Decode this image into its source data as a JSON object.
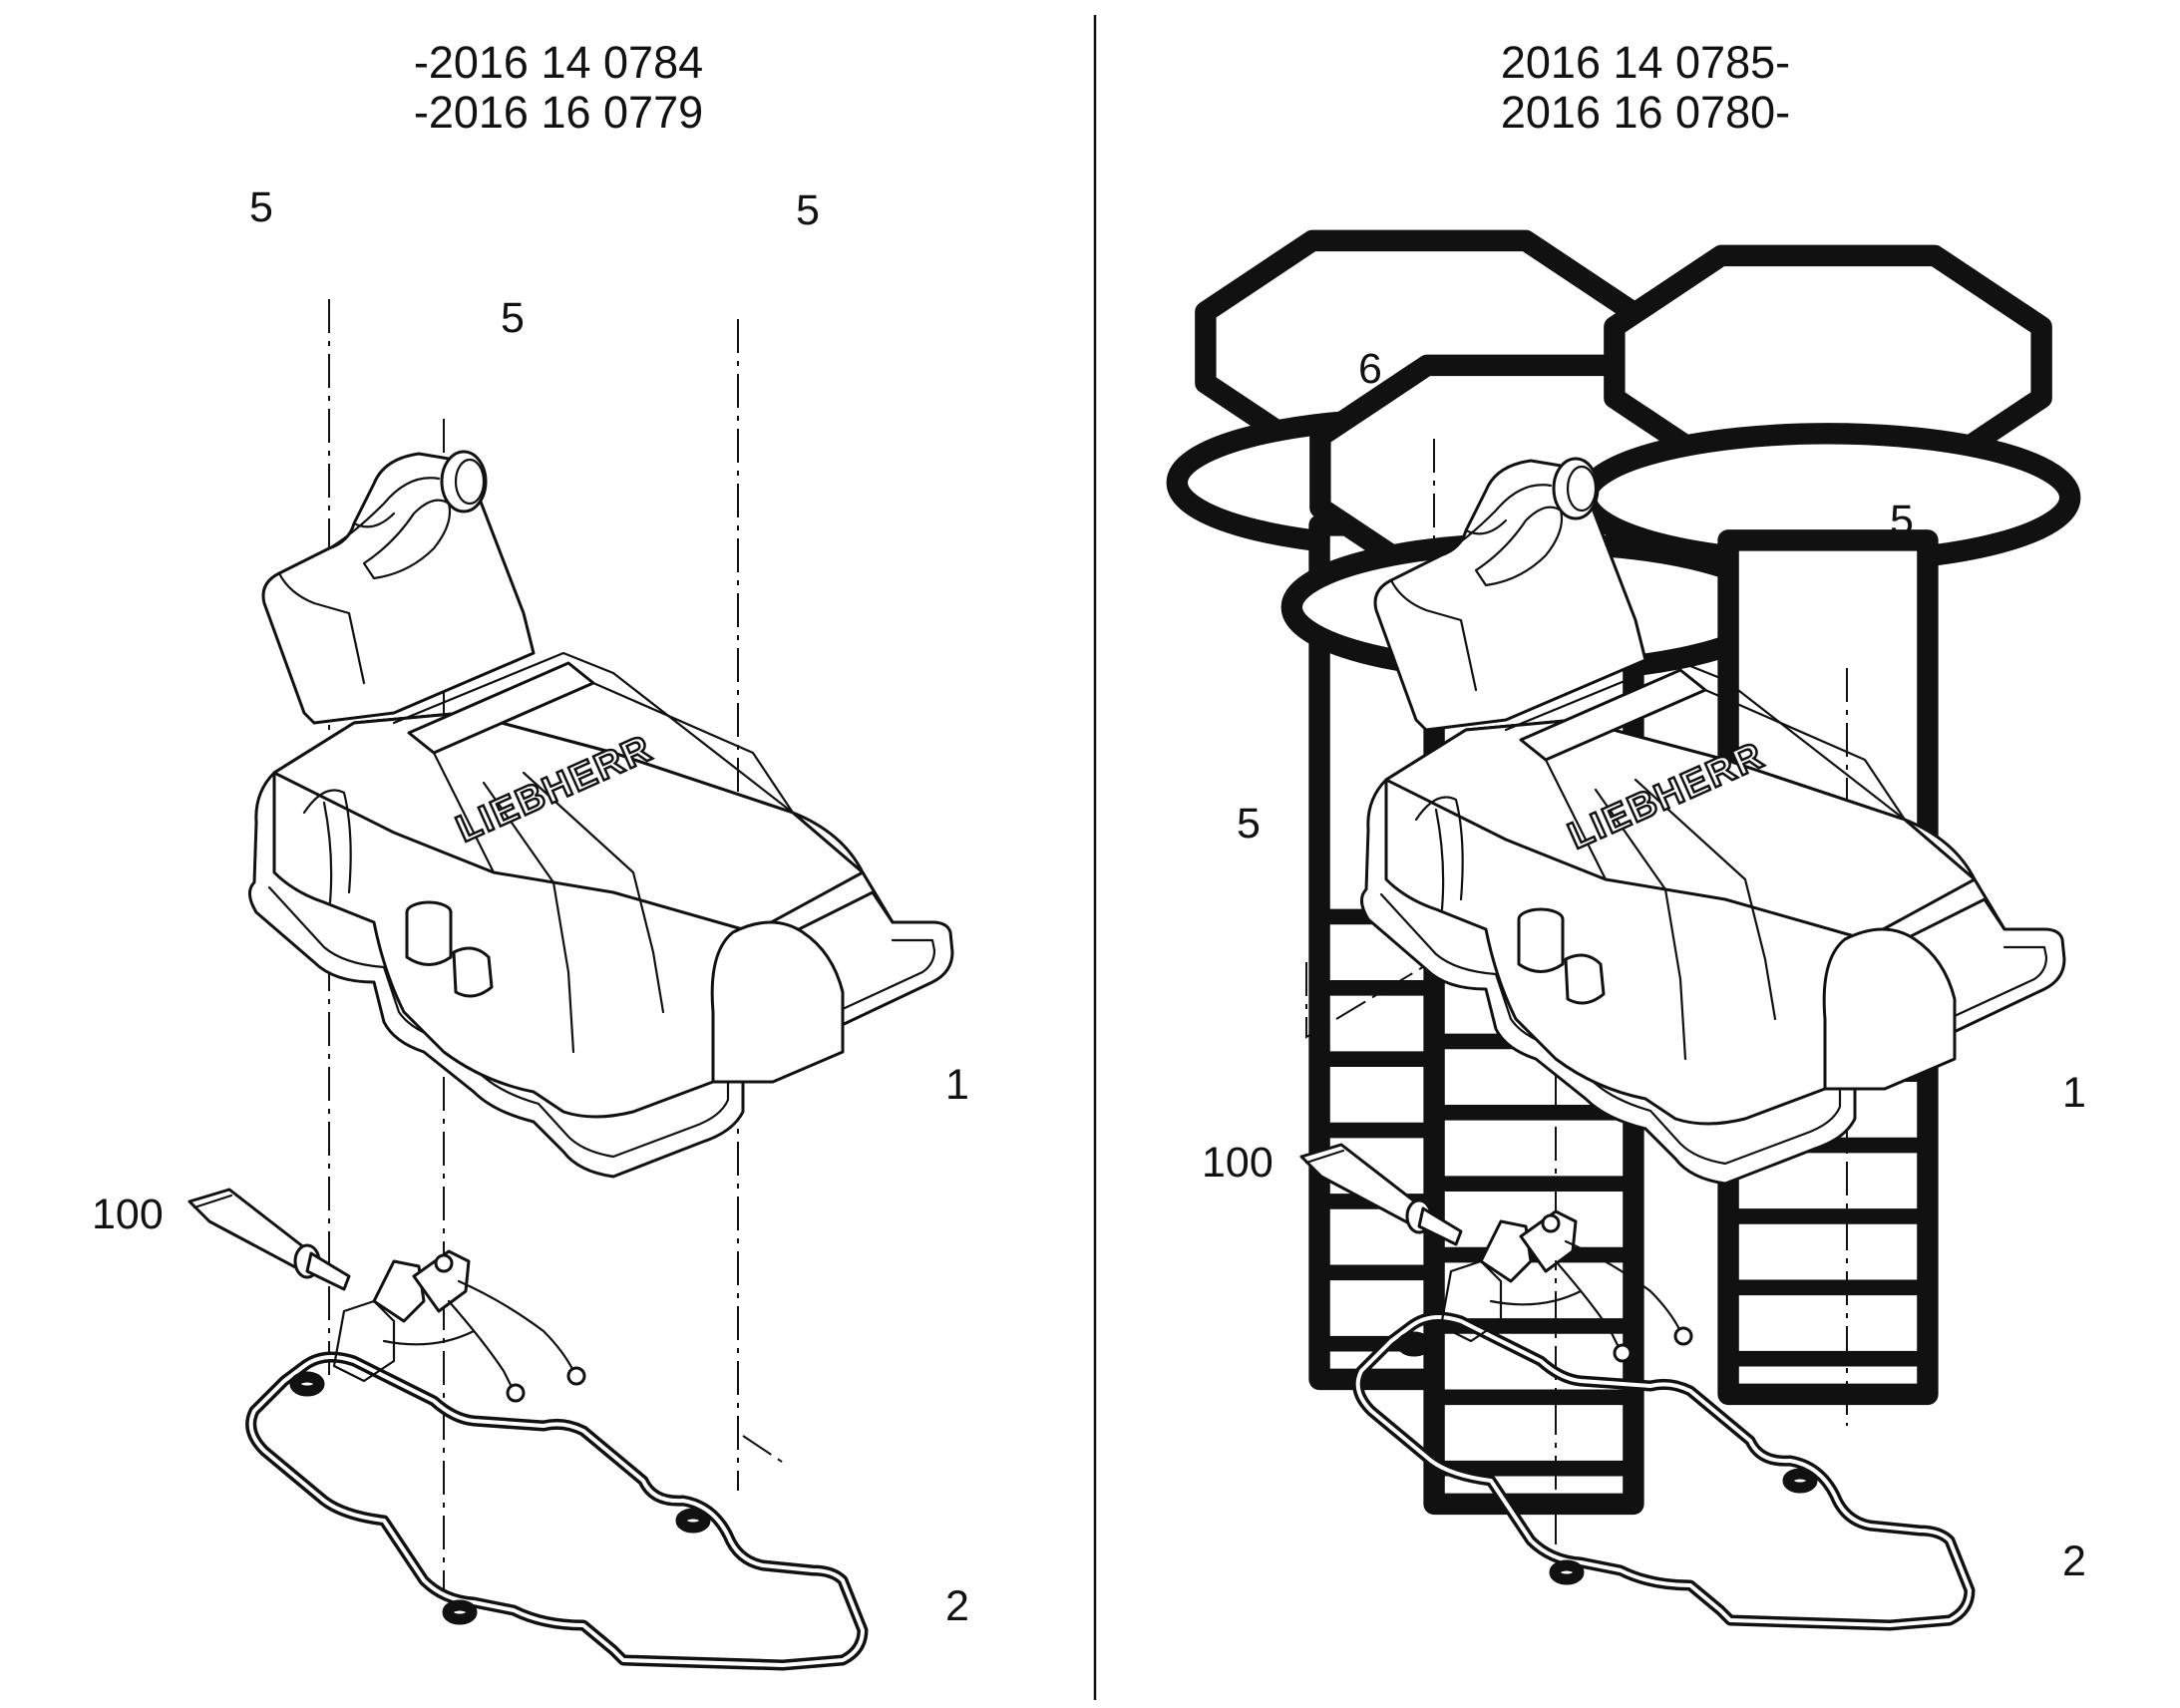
{
  "left_view": {
    "serial_lines": [
      "-2016 14 0784",
      "-2016 16 0779"
    ],
    "labels": {
      "bolt_a": "5",
      "bolt_b": "5",
      "bolt_c": "5",
      "cover": "1",
      "gasket": "2",
      "sealant": "100"
    }
  },
  "right_view": {
    "serial_lines": [
      "2016 14 0785-",
      "2016 16 0780-"
    ],
    "labels": {
      "bolt_short": "6",
      "bolt_long_a": "5",
      "bolt_long_b": "5",
      "cover": "1",
      "gasket": "2",
      "sealant": "100"
    }
  },
  "logo_text": "LIEBHERR"
}
